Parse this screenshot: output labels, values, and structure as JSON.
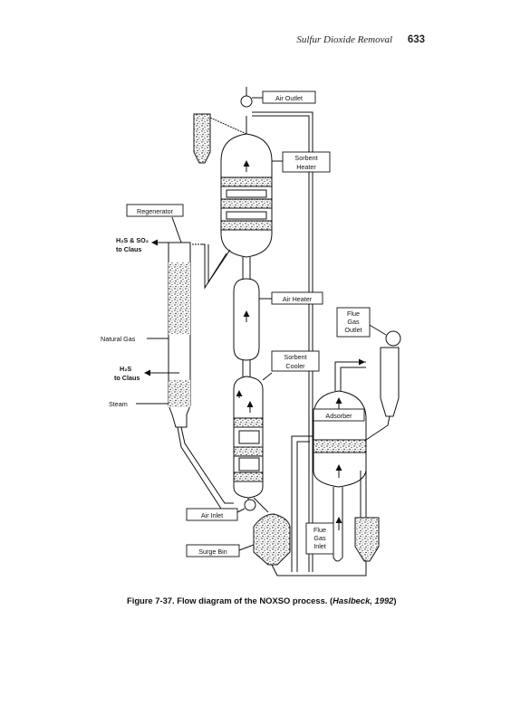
{
  "header": {
    "running_title": "Sulfur Dioxide Removal",
    "page_number": "633"
  },
  "diagram": {
    "labels": {
      "air_outlet": "Air Outlet",
      "sorbent_heater_l1": "Sorbent",
      "sorbent_heater_l2": "Heater",
      "regenerator": "Regenerator",
      "h2s_so2_l1": "H₂S & SO₂",
      "h2s_so2_l2": "to Claus",
      "air_heater": "Air Heater",
      "flue_gas_outlet_l1": "Flue",
      "flue_gas_outlet_l2": "Gas",
      "flue_gas_outlet_l3": "Outlet",
      "natural_gas": "Natural Gas",
      "sorbent_cooler_l1": "Sorbent",
      "sorbent_cooler_l2": "Cooler",
      "h2s_l1": "H₂S",
      "h2s_l2": "to Claus",
      "steam": "Steam",
      "adsorber": "Adsorber",
      "air_inlet": "Air Inlet",
      "flue_gas_inlet_l1": "Flue",
      "flue_gas_inlet_l2": "Gas",
      "flue_gas_inlet_l3": "Inlet",
      "surge_bin": "Surge Bin"
    }
  },
  "caption": {
    "figure_number": "Figure 7-37.",
    "text": " Flow diagram of the NOXSO process. (",
    "citation": "Haslbeck, 1992",
    "close": ")"
  }
}
